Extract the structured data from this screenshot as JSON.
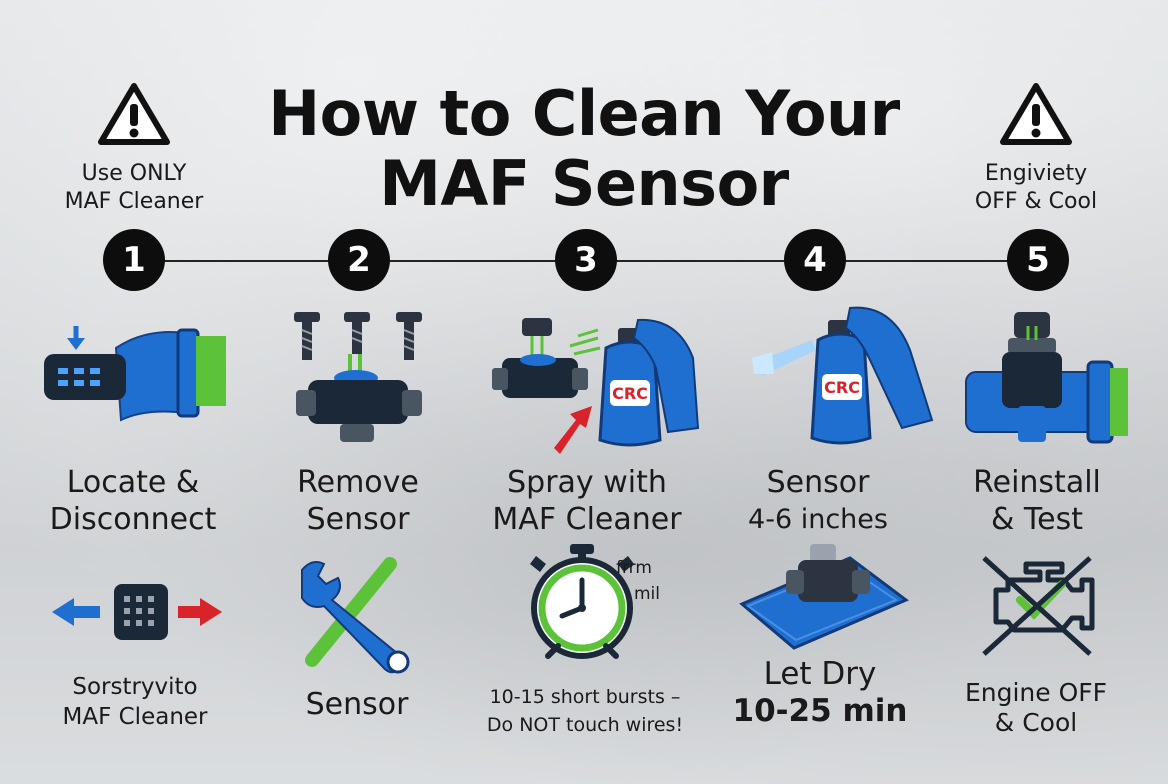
{
  "title": {
    "line1": "How to Clean Your",
    "line2": "MAF Sensor"
  },
  "warnings": {
    "left": {
      "line1": "Use ONLY",
      "line2": "MAF Cleaner",
      "icon": "warning-triangle-icon"
    },
    "right": {
      "line1": "Engiviety",
      "line2": "OFF  & Cool",
      "icon": "warning-triangle-icon"
    }
  },
  "steps": [
    {
      "number": "1",
      "label_line1": "Locate &",
      "label_line2": "Disconnect"
    },
    {
      "number": "2",
      "label_line1": "Remove",
      "label_line2": "Sensor"
    },
    {
      "number": "3",
      "label_line1": "Spray with",
      "label_line2": "MAF Cleaner"
    },
    {
      "number": "4",
      "label_line1": "Sensor",
      "label_line2": "4-6 inches"
    },
    {
      "number": "5",
      "label_line1": "Reinstall",
      "label_line2": "& Test"
    }
  ],
  "bottom": {
    "col1": {
      "line1": "Sorstryvito",
      "line2": "MAF Cleaner"
    },
    "col2": {
      "text": "Sensor"
    },
    "col3": {
      "timer_text1": "frrm",
      "timer_text2": "mil",
      "line1": "10-15 short bursts –",
      "line2": "Do NOT touch wires!"
    },
    "col4": {
      "line1": "Let Dry",
      "line2": "10-25 min"
    },
    "col5": {
      "line1": "Engine OFF",
      "line2": "& Cool"
    }
  },
  "spray_brand": "CRC",
  "colors": {
    "blue": "#1f6fd1",
    "dark": "#1b2838",
    "green": "#5cc23a",
    "red": "#d8232a"
  }
}
